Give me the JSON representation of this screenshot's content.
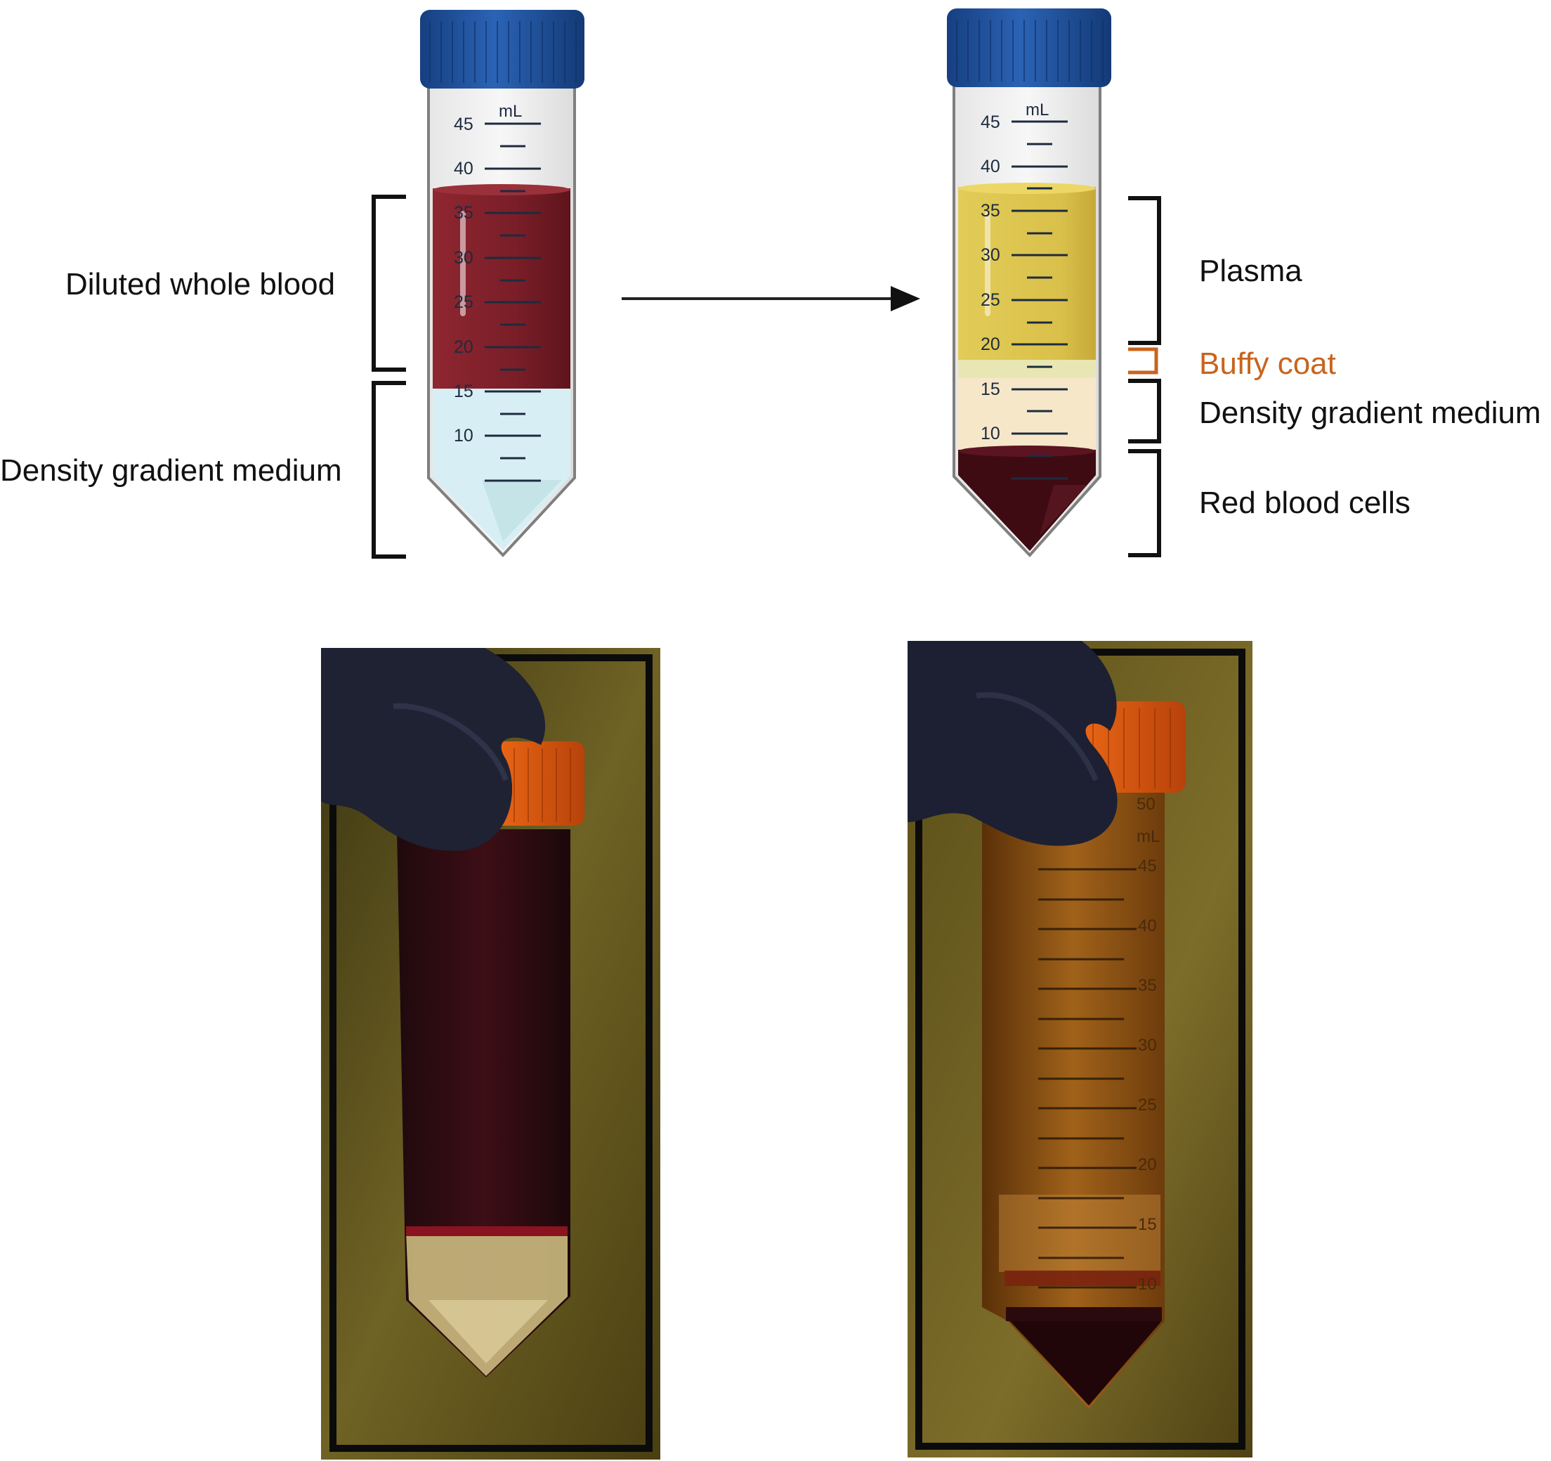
{
  "before": {
    "label_top": "Diluted whole blood",
    "label_bottom": "Density gradient medium",
    "scale_unit": "mL",
    "scale": [
      "45",
      "40",
      "35",
      "30",
      "25",
      "20",
      "15",
      "10"
    ]
  },
  "after": {
    "labels": {
      "plasma": "Plasma",
      "buffy_coat": "Buffy coat",
      "density": "Density gradient medium",
      "rbc": "Red blood cells"
    },
    "scale_unit": "mL",
    "scale": [
      "45",
      "40",
      "35",
      "30",
      "25",
      "20",
      "15",
      "10"
    ]
  },
  "photo_right_scale": {
    "unit": "mL",
    "top": "50",
    "marks": [
      "45",
      "40",
      "35",
      "30",
      "25",
      "20",
      "15",
      "10"
    ]
  },
  "colors": {
    "cap": "#1f4f9a",
    "blood": "#7a1e28",
    "medium": "#d9f0f4",
    "plasma": "#d8c04a",
    "buffy": "#e7e6b0",
    "medium_after": "#f5e6c8",
    "rbc": "#3e0a12",
    "accent": "#c8641e",
    "photo_frame": "#7a6420",
    "photo_cap": "#e5570f"
  }
}
